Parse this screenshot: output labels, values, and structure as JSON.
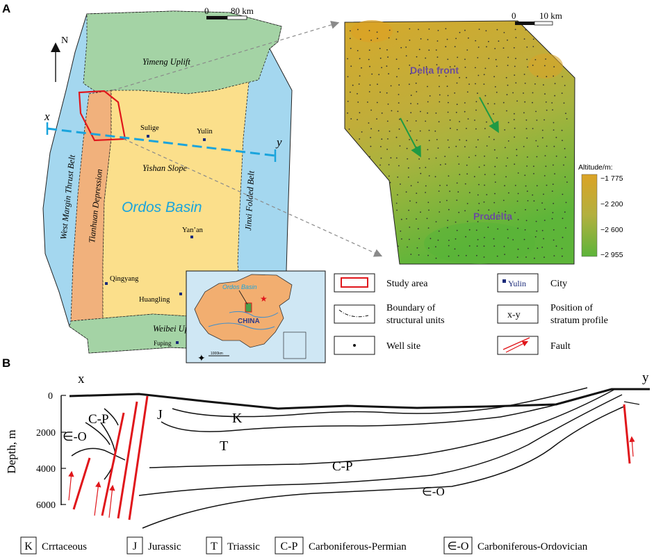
{
  "panel_a_label": "A",
  "panel_b_label": "B",
  "map": {
    "north": "N",
    "scale_label": "80 km",
    "scale_zero": "0",
    "regions": {
      "yimeng": "Yimeng Uplift",
      "west_margin": "West Margin Thrust Belt",
      "tianhuan": "Tianhuan Depression",
      "yishan": "Yishan Slope",
      "ordos": "Ordos Basin",
      "jinxi": "Jinxi Folded Belt",
      "weibei": "Weibei Uplift"
    },
    "cities": [
      "Sulige",
      "Yulin",
      "Yan’an",
      "Qingyang",
      "Huangling",
      "Fuping"
    ],
    "profile_x": "x",
    "profile_y": "y",
    "inset": {
      "ordos_label": "Ordos Basin",
      "china_label": "CHINA",
      "scale": "1000km"
    }
  },
  "detail": {
    "scale_zero": "0",
    "scale_label": "10 km",
    "delta_front": "Delta front",
    "prodelta": "Prodelta",
    "legend_title": "Altitude/m:",
    "legend_values": [
      "−1 775",
      "−2 200",
      "−2 600",
      "−2 955"
    ],
    "colors": {
      "high": "#d9a62a",
      "mid": "#b7b243",
      "low": "#6ab63a"
    }
  },
  "legend": {
    "study_area": "Study area",
    "city_sample": "Yulin",
    "city": "City",
    "boundary_line1": "Boundary of",
    "boundary_line2": "structural units",
    "xy_symbol": "x-y",
    "position_line1": "Position of",
    "position_line2": "stratum profile",
    "well_site": "Well site",
    "fault": "Fault"
  },
  "profile": {
    "x_label": "x",
    "y_label": "y",
    "ylabel": "Depth, m",
    "yticks": [
      "0",
      "2000",
      "4000",
      "6000"
    ],
    "unit_labels": {
      "K": "K",
      "J": "J",
      "T": "T",
      "CP_left": "C-P",
      "CP_mid": "C-P",
      "EO_left": "∈-O",
      "EO_mid": "∈-O"
    }
  },
  "strata_legend": [
    {
      "sym": "K",
      "name": "Crrtaceous"
    },
    {
      "sym": "J",
      "name": "Jurassic"
    },
    {
      "sym": "T",
      "name": "Triassic"
    },
    {
      "sym": "C-P",
      "name": "Carboniferous-Permian"
    },
    {
      "sym": "∈-O",
      "name": "Carboniferous-Ordovician"
    }
  ]
}
